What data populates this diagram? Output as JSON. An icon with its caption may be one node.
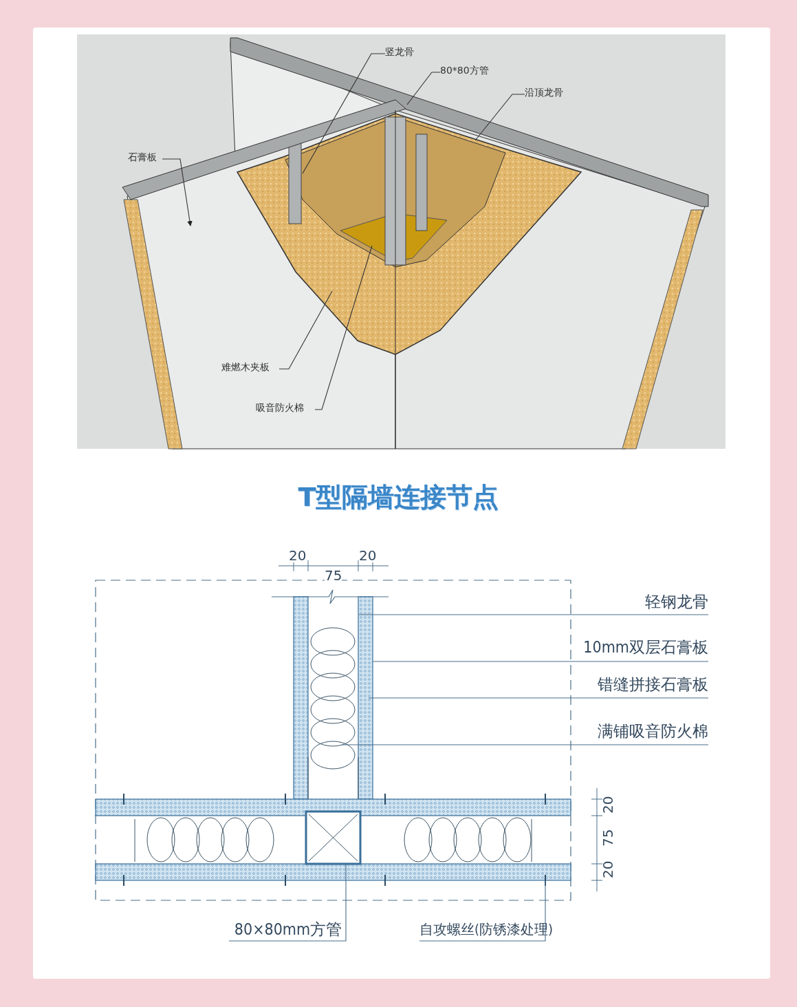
{
  "diagram": {
    "title": "T型隔墙连接节点",
    "nodes": [
      {
        "text": [
          "竖龙骨"
        ]
      },
      {
        "text": [
          "80*80方管"
        ]
      },
      {
        "text": [
          "沿顶龙骨"
        ]
      },
      {
        "text": [
          "石膏板"
        ]
      },
      {
        "text": [
          "难燃木夹板"
        ]
      },
      {
        "text": [
          "吸音防火棉"
        ]
      },
      {
        "text": [
          "轻钢龙骨"
        ]
      },
      {
        "text": [
          "10mm双层石膏板"
        ]
      },
      {
        "text": [
          "错缝拼接石膏板"
        ]
      },
      {
        "text": [
          "满铺吸音防火棉"
        ]
      },
      {
        "text": [
          "80×80mm方管"
        ]
      },
      {
        "text": [
          "自攻螺丝(防锈漆处理)"
        ]
      }
    ],
    "edges": [
      {
        "from": 0,
        "to": null,
        "arrow": "none"
      },
      {
        "from": 1,
        "to": null,
        "arrow": "none"
      },
      {
        "from": 2,
        "to": null,
        "arrow": "none"
      },
      {
        "from": 3,
        "to": null,
        "arrow": "to"
      },
      {
        "from": 4,
        "to": null,
        "arrow": "none"
      },
      {
        "from": 5,
        "to": null,
        "arrow": "none"
      },
      {
        "from": 6,
        "to": null,
        "arrow": "none"
      },
      {
        "from": 7,
        "to": null,
        "arrow": "none"
      },
      {
        "from": 8,
        "to": null,
        "arrow": "none"
      },
      {
        "from": 9,
        "to": null,
        "arrow": "none"
      },
      {
        "from": 10,
        "to": null,
        "arrow": "none"
      },
      {
        "from": 11,
        "to": null,
        "arrow": "none"
      }
    ],
    "labels": [
      "20",
      "75",
      "20",
      "20",
      "75",
      "20"
    ]
  }
}
